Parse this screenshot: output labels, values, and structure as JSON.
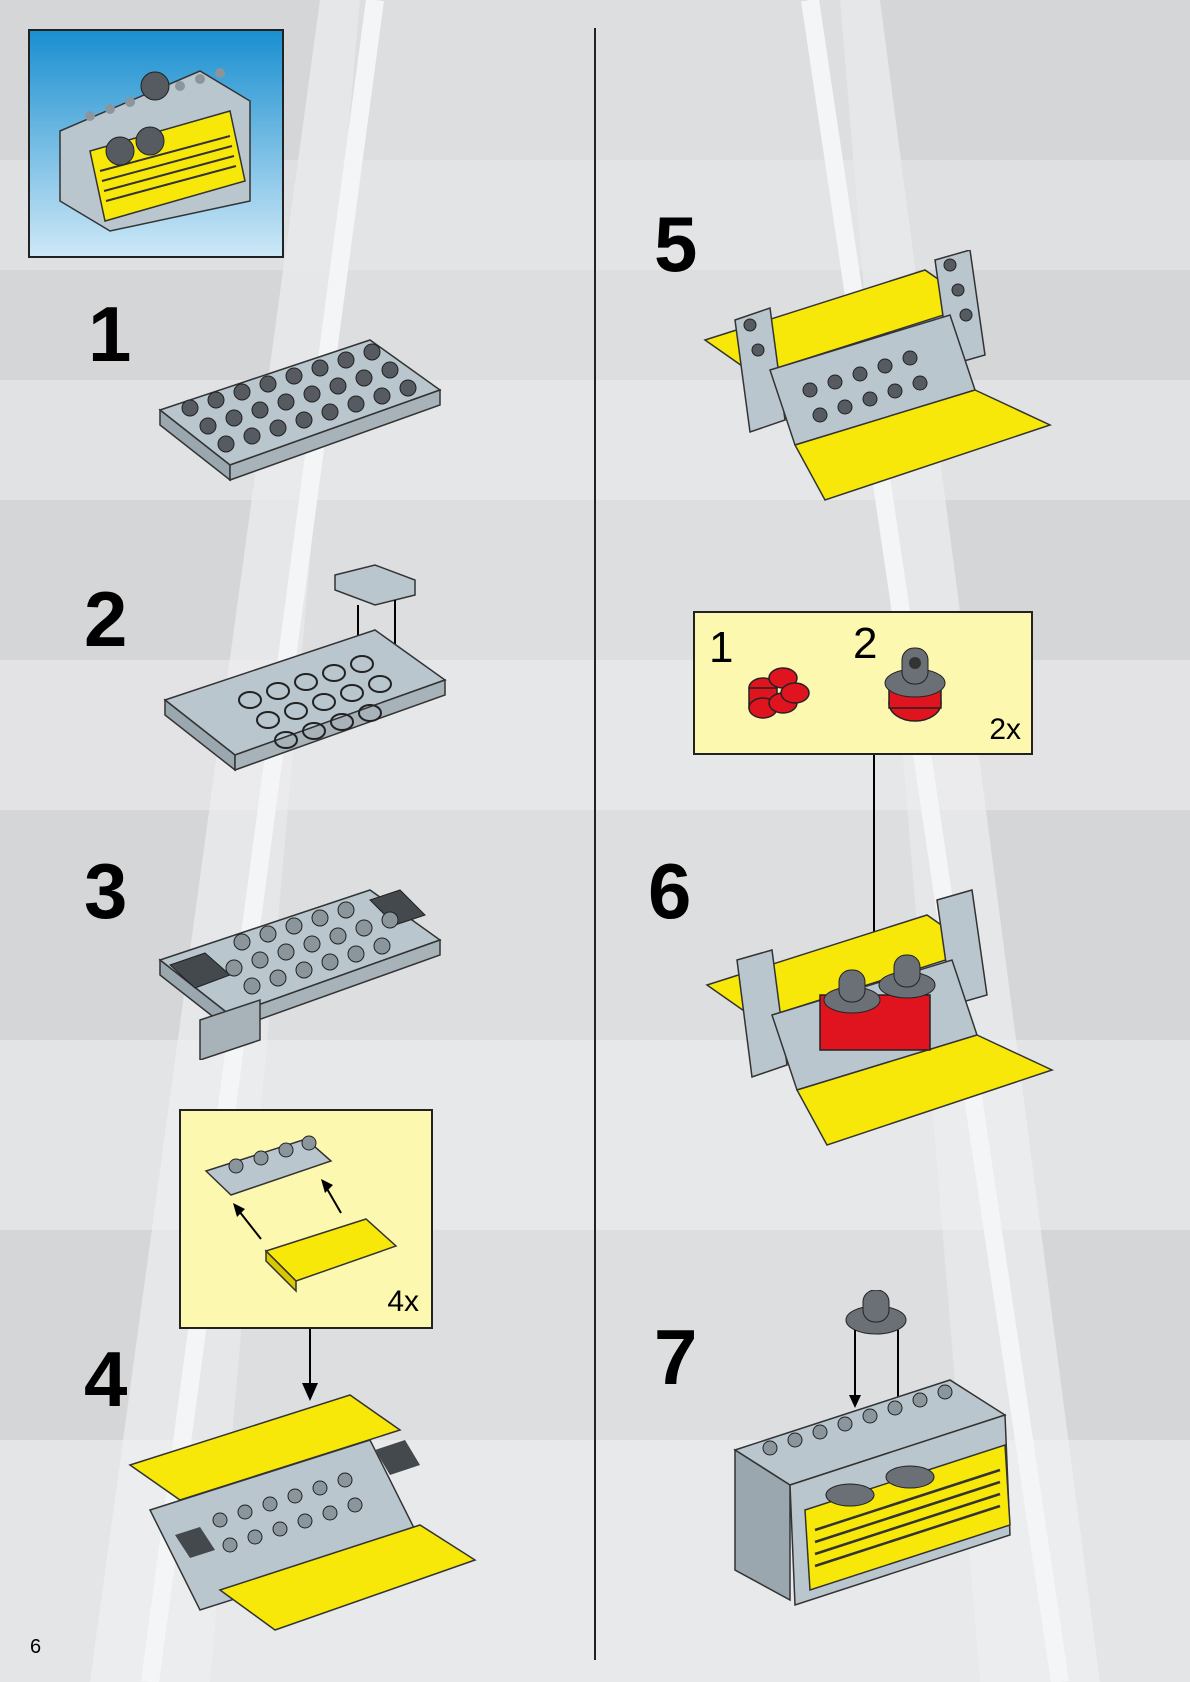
{
  "page": {
    "number": "6"
  },
  "steps": [
    {
      "number": "1"
    },
    {
      "number": "2"
    },
    {
      "number": "3"
    },
    {
      "number": "4"
    },
    {
      "number": "5"
    },
    {
      "number": "6"
    },
    {
      "number": "7"
    }
  ],
  "callouts": {
    "step4": {
      "multiplier": "4x"
    },
    "step6": {
      "sub1": "1",
      "sub2": "2",
      "multiplier": "2x"
    }
  },
  "colors": {
    "brick_gray": "#b9c6cd",
    "stud_dark": "#555b60",
    "yellow": "#f7e80a",
    "red": "#e0141e",
    "callout_bg": "#fdf8b0",
    "preview_top": "#1a8fd0"
  }
}
